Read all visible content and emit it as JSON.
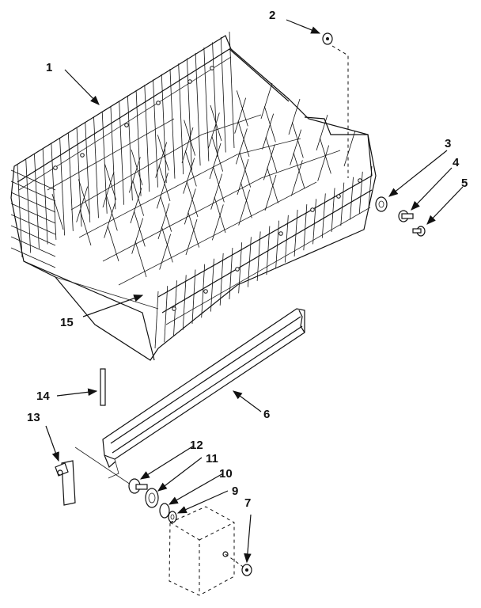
{
  "diagram": {
    "callouts": [
      {
        "id": "1",
        "text": "1"
      },
      {
        "id": "2",
        "text": "2"
      },
      {
        "id": "3",
        "text": "3"
      },
      {
        "id": "4",
        "text": "4"
      },
      {
        "id": "5",
        "text": "5"
      },
      {
        "id": "6",
        "text": "6"
      },
      {
        "id": "7",
        "text": "7"
      },
      {
        "id": "9",
        "text": "9"
      },
      {
        "id": "10",
        "text": "10"
      },
      {
        "id": "11",
        "text": "11"
      },
      {
        "id": "12",
        "text": "12"
      },
      {
        "id": "13",
        "text": "13"
      },
      {
        "id": "14",
        "text": "14"
      },
      {
        "id": "15",
        "text": "15"
      }
    ]
  }
}
